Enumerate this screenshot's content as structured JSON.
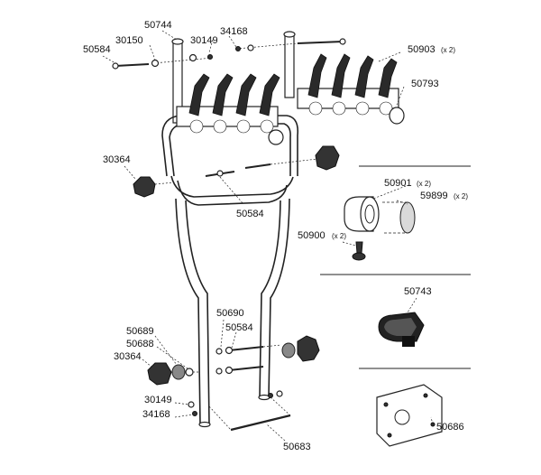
{
  "labels": {
    "p50744": "50744",
    "p34168_top": "34168",
    "p30150": "30150",
    "p30149_top": "30149",
    "p50584_top": "50584",
    "p50903": "50903",
    "p50903_qty": "(x 2)",
    "p50793": "50793",
    "p30364_top": "30364",
    "p50584_mid": "50584",
    "p50901": "50901",
    "p50901_qty": "(x 2)",
    "p59899": "59899",
    "p59899_qty": "(x 2)",
    "p50900": "50900",
    "p50900_qty": "(x 2)",
    "p50743": "50743",
    "p50690": "50690",
    "p50584_low": "50584",
    "p50689": "50689",
    "p50688": "50688",
    "p30364_low": "30364",
    "p30149_low": "30149",
    "p34168_low": "34168",
    "p50686": "50686",
    "p50683": "50683"
  },
  "colors": {
    "line": "#222222",
    "dark_part": "#333333",
    "background": "#ffffff"
  }
}
